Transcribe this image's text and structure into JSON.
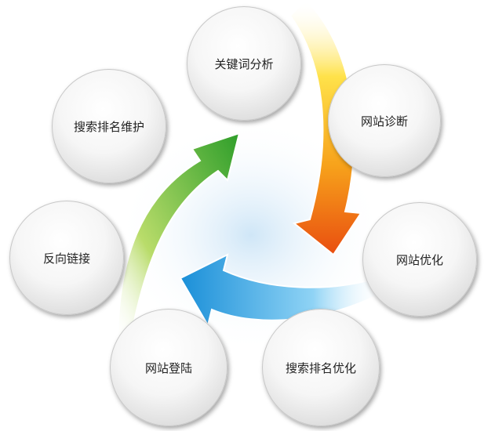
{
  "nodes": [
    {
      "label": "关键词分析"
    },
    {
      "label": "网站诊断"
    },
    {
      "label": "网站优化"
    },
    {
      "label": "搜索排名优化"
    },
    {
      "label": "网站登陆"
    },
    {
      "label": "反向链接"
    },
    {
      "label": "搜索排名维护"
    }
  ],
  "colors": {
    "green": "#3fae2a",
    "orange": "#f26a12",
    "blue": "#1a9ee0",
    "glow": "#cfe6f7"
  }
}
